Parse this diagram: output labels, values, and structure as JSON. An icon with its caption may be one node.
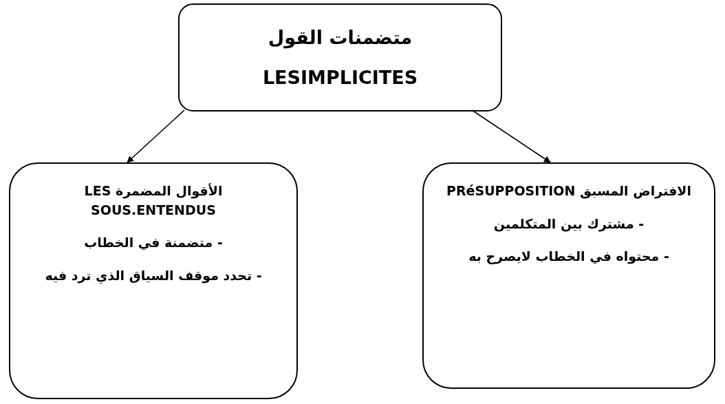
{
  "diagram": {
    "nodes": [
      {
        "text": [
          "متضمنات القول",
          "LESIMPLICITES"
        ]
      },
      {
        "text": [
          "الأقوال المضمرة LES SOUS.ENTENDUS",
          "- متضمنة في الخطاب",
          "- تحدد موقف السياق الذي ترد فيه"
        ]
      },
      {
        "text": [
          "الافتراض المسبق PRéSUPPOSITION",
          "- مشترك بين المتكلمين",
          "- محتواه في الخطاب لايصرح به"
        ]
      }
    ],
    "edges": [
      {
        "from": 0,
        "to": 1,
        "arrow": "to"
      },
      {
        "from": 0,
        "to": 2,
        "arrow": "to"
      }
    ]
  }
}
